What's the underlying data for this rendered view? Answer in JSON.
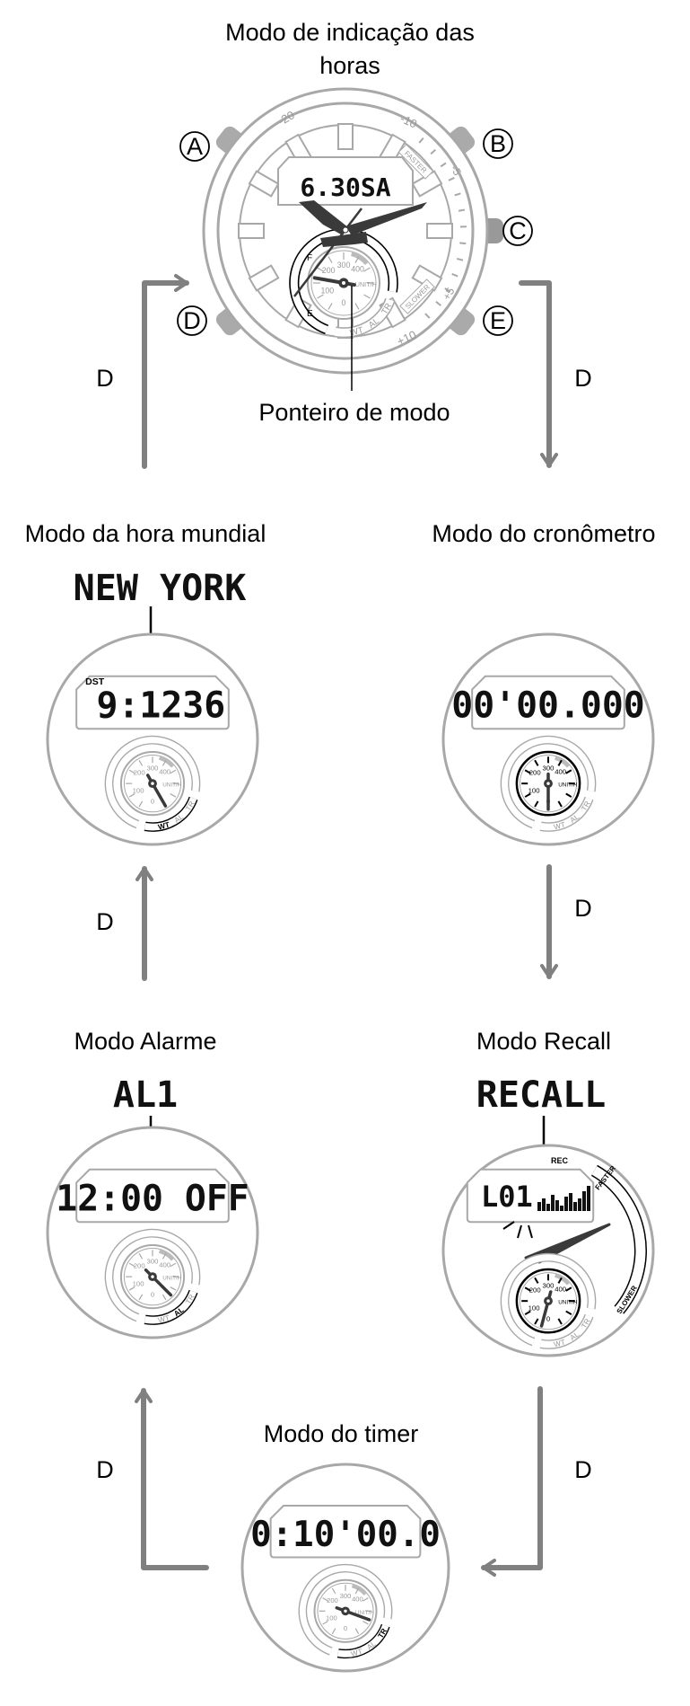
{
  "colors": {
    "outline": "#a8a8a8",
    "arrow": "#808080",
    "hand": "#3a3a3a",
    "text": "#000000"
  },
  "main": {
    "title_line1": "Modo de indicação das",
    "title_line2": "horas",
    "lcd": "6.30SA",
    "pointer_label": "Ponteiro de modo",
    "buttons": [
      "A",
      "B",
      "C",
      "D",
      "E"
    ],
    "bezel": [
      "-20",
      "-10",
      "-5",
      "+5",
      "+10"
    ],
    "faster": "FASTER",
    "slower": "SLOWER",
    "subdial_marks": [
      "F",
      "E"
    ]
  },
  "subdial": {
    "ticks": [
      "300",
      "400",
      "200",
      "100",
      "0"
    ],
    "unit": "UNIT/H",
    "modes": [
      "WT",
      "AL",
      "TR"
    ]
  },
  "modes": {
    "world": {
      "title": "Modo da hora mundial",
      "callout": "NEW YORK",
      "indicator": "DST",
      "lcd": "9:1236"
    },
    "stopwatch": {
      "title": "Modo do cronômetro",
      "lcd": "00'00.000"
    },
    "alarm": {
      "title": "Modo Alarme",
      "callout": "AL1",
      "lcd": "12:00 OFF"
    },
    "recall": {
      "title": "Modo Recall",
      "callout": "RECALL",
      "indicator": "REC",
      "lcd": "L01"
    },
    "timer": {
      "title": "Modo do timer",
      "lcd": "0:10'00.0"
    }
  },
  "arrow_label": "D"
}
